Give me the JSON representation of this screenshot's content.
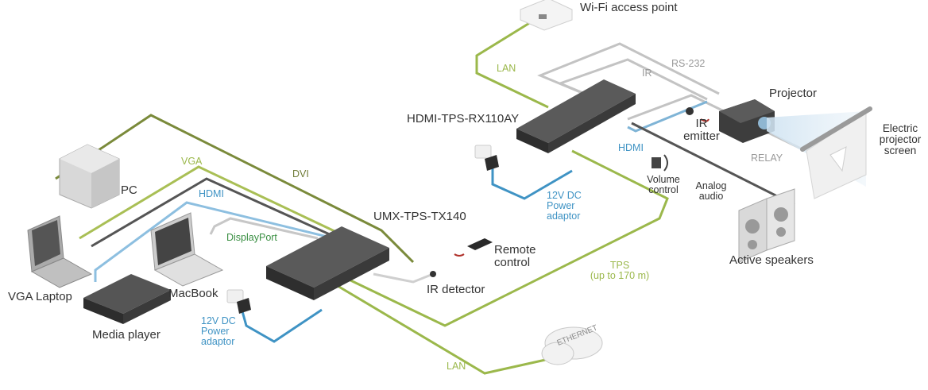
{
  "labels": {
    "wifi": "Wi-Fi access point",
    "lan_top": "LAN",
    "rs232": "RS-232",
    "ir": "IR",
    "projector": "Projector",
    "receiver": "HDMI-TPS-RX110AY",
    "ir_emitter_1": "IR",
    "ir_emitter_2": "emitter",
    "hdmi_rx": "HDMI",
    "relay": "RELAY",
    "screen_1": "Electric",
    "screen_2": "projector",
    "screen_3": "screen",
    "volume_1": "Volume",
    "volume_2": "control",
    "analog_1": "Analog",
    "analog_2": "audio",
    "psu_rx_1": "12V DC",
    "psu_rx_2": "Power",
    "psu_rx_3": "adaptor",
    "pc": "PC",
    "vga": "VGA",
    "dvi": "DVI",
    "hdmi_tx": "HDMI",
    "transmitter": "UMX-TPS-TX140",
    "displayport": "DisplayPort",
    "remote_1": "Remote",
    "remote_2": "control",
    "speakers": "Active speakers",
    "tps_1": "TPS",
    "tps_2": "(up to 170 m)",
    "ir_detector": "IR detector",
    "vga_laptop": "VGA Laptop",
    "macbook": "MacBook",
    "media_player": "Media player",
    "psu_tx_1": "12V DC",
    "psu_tx_2": "Power",
    "psu_tx_3": "adaptor",
    "lan_bottom": "LAN",
    "ethernet": "ETHERNET"
  },
  "colors": {
    "lan": "#9bb84b",
    "hdmi": "#3f93c4",
    "gray_cable": "#b5b5b5",
    "dark_cable": "#555555",
    "dvi": "#6f7b36",
    "device": "#3a3a3a"
  }
}
